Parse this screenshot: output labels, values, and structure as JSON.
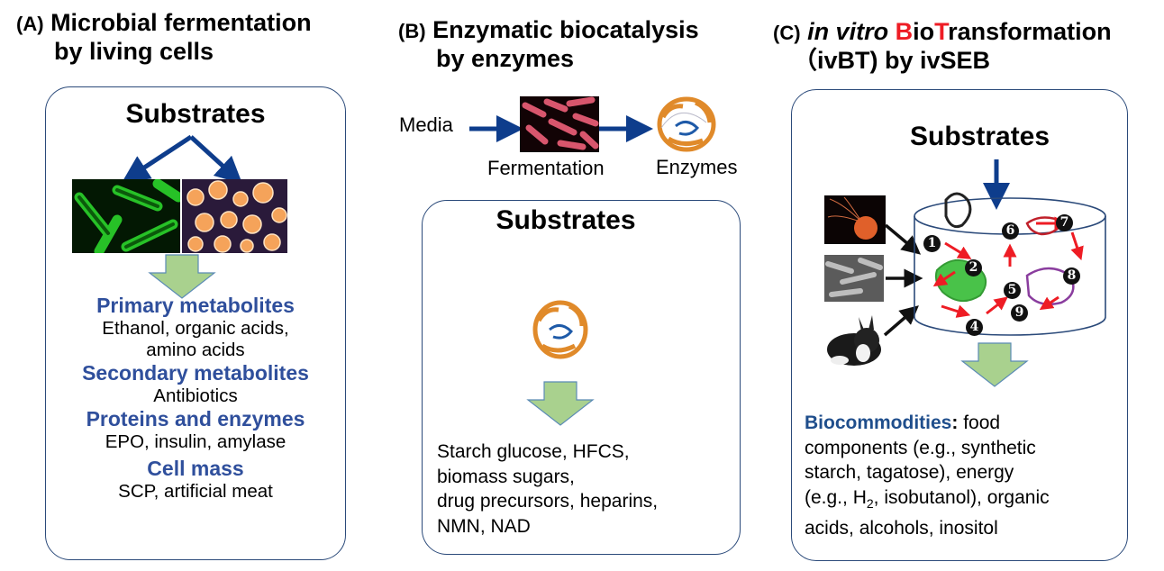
{
  "panel_a": {
    "label": "(A)",
    "title_line1": "Microbial fermentation",
    "title_line2": "by living cells",
    "substrates": "Substrates",
    "images": [
      "green-bacteria-image",
      "orange-yeast-image"
    ],
    "outputs": [
      {
        "category": "Primary metabolites",
        "examples": [
          "Ethanol, organic acids,",
          "amino acids"
        ]
      },
      {
        "category": "Secondary metabolites",
        "examples": [
          "Antibiotics"
        ]
      },
      {
        "category": "Proteins and enzymes",
        "examples": [
          "EPO, insulin, amylase"
        ]
      },
      {
        "category": "Cell mass",
        "examples": [
          "SCP, artificial meat"
        ]
      }
    ]
  },
  "panel_b": {
    "label": "(B)",
    "title_line1": "Enzymatic biocatalysis",
    "title_line2": "by enzymes",
    "media": "Media",
    "fermentation": "Fermentation",
    "enzymes": "Enzymes",
    "substrates": "Substrates",
    "products": [
      "Starch glucose, HFCS,",
      "biomass sugars,",
      "drug precursors, heparins,",
      "NMN, NAD"
    ]
  },
  "panel_c": {
    "label": "(C)",
    "title_italic": "in vitro",
    "title_B": "B",
    "title_io": "io",
    "title_T": "T",
    "title_rest": "ransformation",
    "title_line2": "（ivBT) by ivSEB",
    "substrates": "Substrates",
    "enzyme_numbers": [
      "1",
      "2",
      "4",
      "5",
      "6",
      "7",
      "8",
      "9"
    ],
    "products_label": "Biocommodities",
    "products_colon": ":",
    "products_line1_rest": " food",
    "products_lines": [
      "components (e.g., synthetic",
      "starch, tagatose), energy"
    ],
    "products_line4_pre": "(e.g., H",
    "products_line4_sub": "2",
    "products_line4_post": ", isobutanol), organic",
    "products_line5": "acids, alcohols, inositol"
  },
  "colors": {
    "arrow_blue": "#0e3d8c",
    "box_border": "#2b4a7a",
    "category_blue": "#2f4f9c",
    "big_arrow_fill": "#a9d18e",
    "big_arrow_stroke": "#5b8bb5",
    "highlight_red": "#ee1c24"
  }
}
